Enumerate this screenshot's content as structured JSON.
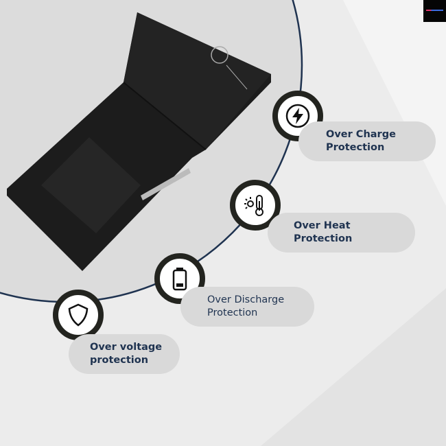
{
  "features": [
    {
      "label_line1": "Over Charge",
      "label_line2": "Protection",
      "icon": "lightning-bolt-icon"
    },
    {
      "label_line1": "Over Heat",
      "label_line2": "Protection",
      "icon": "thermometer-sun-icon"
    },
    {
      "label_line1": "Over Discharge",
      "label_line2": "Protection",
      "icon": "battery-low-icon"
    },
    {
      "label_line1": "Over voltage",
      "label_line2": "protection",
      "icon": "shield-icon"
    }
  ],
  "colors": {
    "arc": "#1f3350",
    "icon_ring": "#23241f",
    "pill": "#d9d9d9",
    "text": "#1f3350"
  }
}
